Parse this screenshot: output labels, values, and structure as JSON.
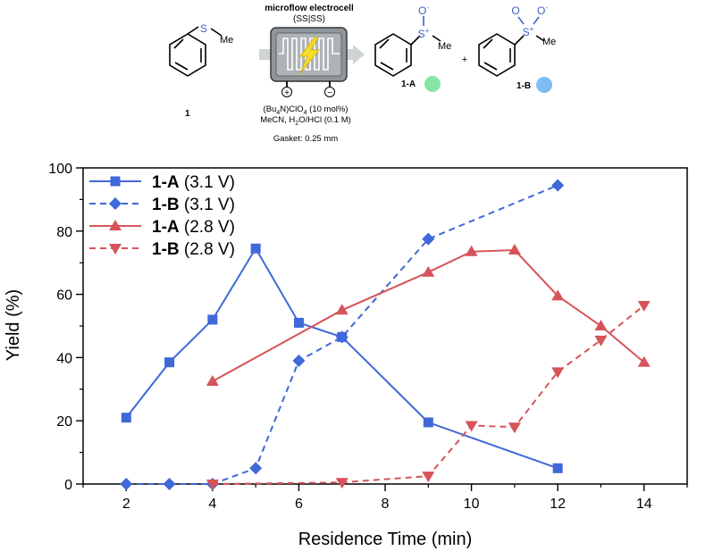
{
  "scheme": {
    "device_title": "microflow electrocell",
    "device_subtitle": "(SS|SS)",
    "reactant_label": "1",
    "reactant_methyl": "Me",
    "reactant_sulfur": "S",
    "product_a_label": "1-A",
    "product_b_label": "1-B",
    "product_me": "Me",
    "plus": "+",
    "anode_sign": "+",
    "cathode_sign": "−",
    "conditions_line1_pre": "(Bu",
    "conditions_line1_sub1": "4",
    "conditions_line1_mid": "N)ClO",
    "conditions_line1_sub2": "4",
    "conditions_line1_post": " (10 mol%)",
    "conditions_line2_pre": "MeCN, H",
    "conditions_line2_sub": "2",
    "conditions_line2_post": "O/HCl (0.1 M)",
    "gasket": "Gasket: 0.25 mm",
    "colors": {
      "product_a_dot": "#86e6a6",
      "product_b_dot": "#7dbdf2",
      "sulfur": "#3a63c8"
    }
  },
  "chart_data": {
    "type": "line",
    "xlabel": "Residence Time (min)",
    "ylabel": "Yield (%)",
    "xlim": [
      1,
      15
    ],
    "ylim": [
      0,
      100
    ],
    "xticks": [
      2,
      4,
      6,
      8,
      10,
      12,
      14
    ],
    "yticks": [
      0,
      20,
      40,
      60,
      80,
      100
    ],
    "grid": false,
    "legend_position": "top-left",
    "series": [
      {
        "name_bold": "1-A",
        "name_rest": " (3.1 V)",
        "color": "#3f68d9",
        "dash": "solid",
        "marker": "square",
        "x": [
          2,
          3,
          4,
          5,
          6,
          7,
          9,
          12
        ],
        "y": [
          21,
          38.5,
          52,
          74.5,
          51,
          46.5,
          19.5,
          5
        ]
      },
      {
        "name_bold": "1-B",
        "name_rest": " (3.1 V)",
        "color": "#3f68d9",
        "dash": "dashed",
        "marker": "diamond",
        "x": [
          2,
          3,
          4,
          5,
          6,
          7,
          9,
          12
        ],
        "y": [
          0,
          0,
          0,
          5,
          39,
          46.5,
          77.5,
          94.5
        ]
      },
      {
        "name_bold": "1-A",
        "name_rest": " (2.8 V)",
        "color": "#d6545a",
        "dash": "solid",
        "marker": "triangle-up",
        "x": [
          4,
          7,
          9,
          10,
          11,
          12,
          13,
          14
        ],
        "y": [
          32.5,
          55,
          67,
          73.5,
          74,
          59.5,
          50,
          38.5
        ]
      },
      {
        "name_bold": "1-B",
        "name_rest": " (2.8 V)",
        "color": "#d6545a",
        "dash": "dashed",
        "marker": "triangle-down",
        "x": [
          4,
          7,
          9,
          10,
          11,
          12,
          13,
          14
        ],
        "y": [
          0,
          0.5,
          2.5,
          18.5,
          18,
          35.5,
          45.5,
          56.5
        ]
      }
    ]
  }
}
